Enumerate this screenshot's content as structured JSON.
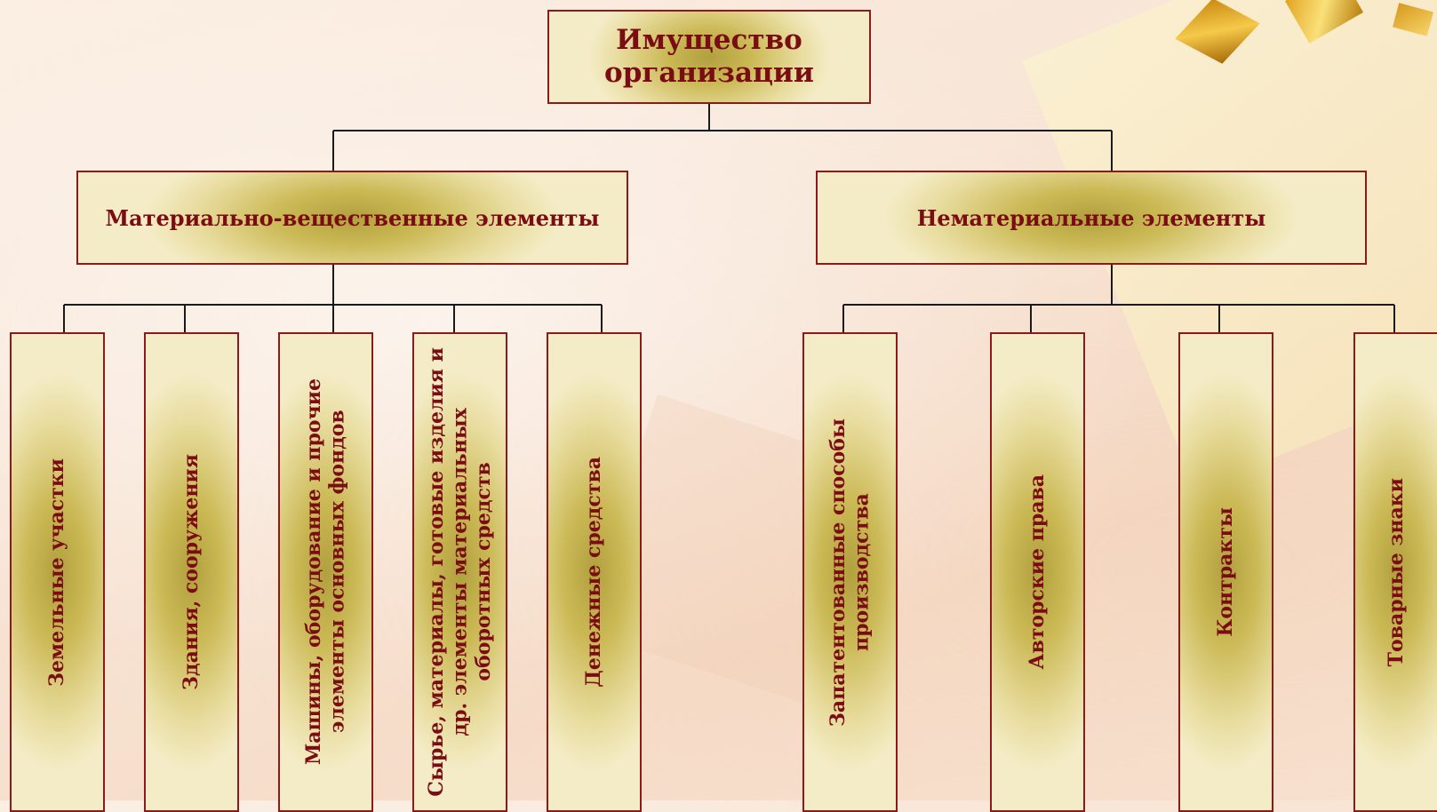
{
  "diagram": {
    "root": {
      "label": "Имущество\nорганизации"
    },
    "branches": [
      {
        "label": "Материально-вещественные элементы",
        "children": [
          "Земельные участки",
          "Здания, сооружения",
          "Машины, оборудование и прочие\nэлементы основных фондов",
          "Сырье, материалы, готовые изделия и\nдр. элементы материальных\nоборотных средств",
          "Денежные средства"
        ]
      },
      {
        "label": "Нематериальные элементы",
        "children": [
          "Запатентованные способы\nпроизводства",
          "Авторские права",
          "Контракты",
          "Товарные знаки"
        ]
      }
    ]
  },
  "colors": {
    "text": "#7a0c14",
    "border": "#8b1a1a",
    "connector": "#1a1a1a",
    "box_gold": "#cbb955"
  }
}
